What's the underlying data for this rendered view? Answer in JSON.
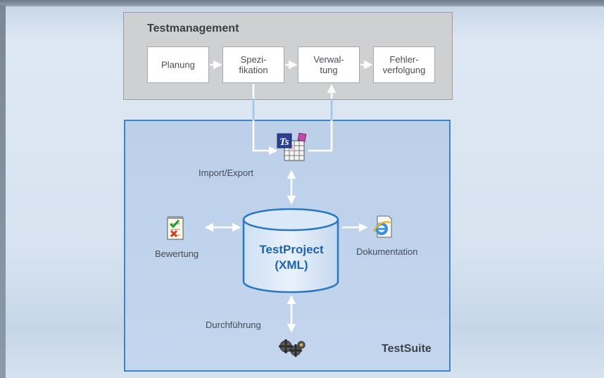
{
  "testmanagement": {
    "title": "Testmanagement",
    "steps": [
      "Planung",
      "Spezi-\nfikation",
      "Verwal-\ntung",
      "Fehler-\nverfolgung"
    ]
  },
  "testsuite": {
    "title": "TestSuite",
    "database_label_line1": "TestProject",
    "database_label_line2": "(XML)",
    "import_export_label": "Import/Export",
    "bewertung_label": "Bewertung",
    "dokumentation_label": "Dokumentation",
    "durchfuehrung_label": "Durchführung"
  },
  "colors": {
    "accent_blue": "#3a86c8",
    "db_text": "#1c63b0",
    "arrow": "#ffffff"
  },
  "icons": {
    "import_export": "testsuite-table-icon",
    "bewertung": "checklist-icon",
    "dokumentation": "internet-explorer-icon",
    "durchfuehrung": "gears-icon"
  }
}
